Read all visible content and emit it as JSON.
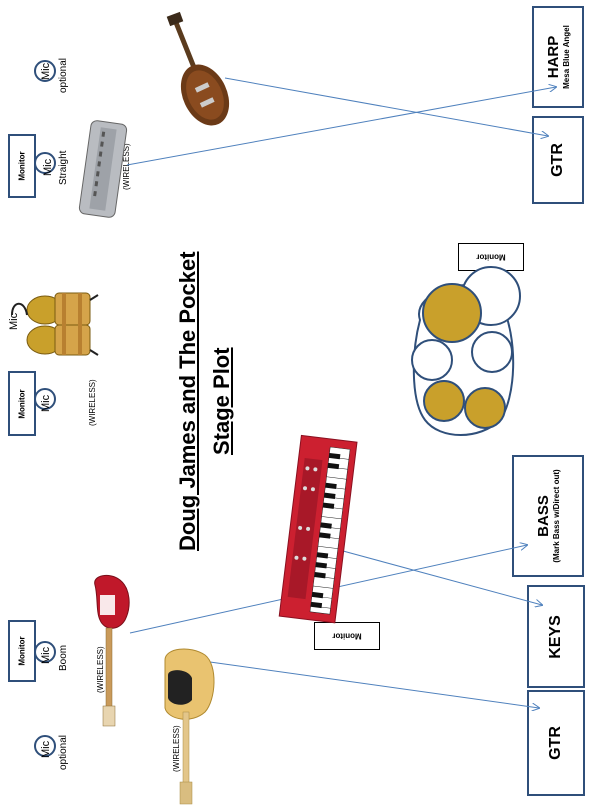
{
  "title": "Doug James and The Pocket",
  "subtitle": "Stage Plot",
  "labels": {
    "monitor": "Monitor",
    "mic": "Mic",
    "optional": "optional",
    "straight": "Straight",
    "boom": "Boom",
    "wireless": "(WIRELESS)"
  },
  "amps": {
    "harp": {
      "name": "HARP",
      "sub": "Mesa Blue Angel"
    },
    "gtr_top": {
      "name": "GTR"
    },
    "bass": {
      "name": "BASS",
      "sub": "(Mark Bass w/Direct out)"
    },
    "keys": {
      "name": "KEYS"
    },
    "gtr_bottom": {
      "name": "GTR"
    }
  },
  "colors": {
    "border": "#2f4f7a",
    "arrow": "#4f81bd",
    "drum_gold": "#c9a02b",
    "drum_outline": "#2f4f7a",
    "keys_red": "#cc2030"
  }
}
